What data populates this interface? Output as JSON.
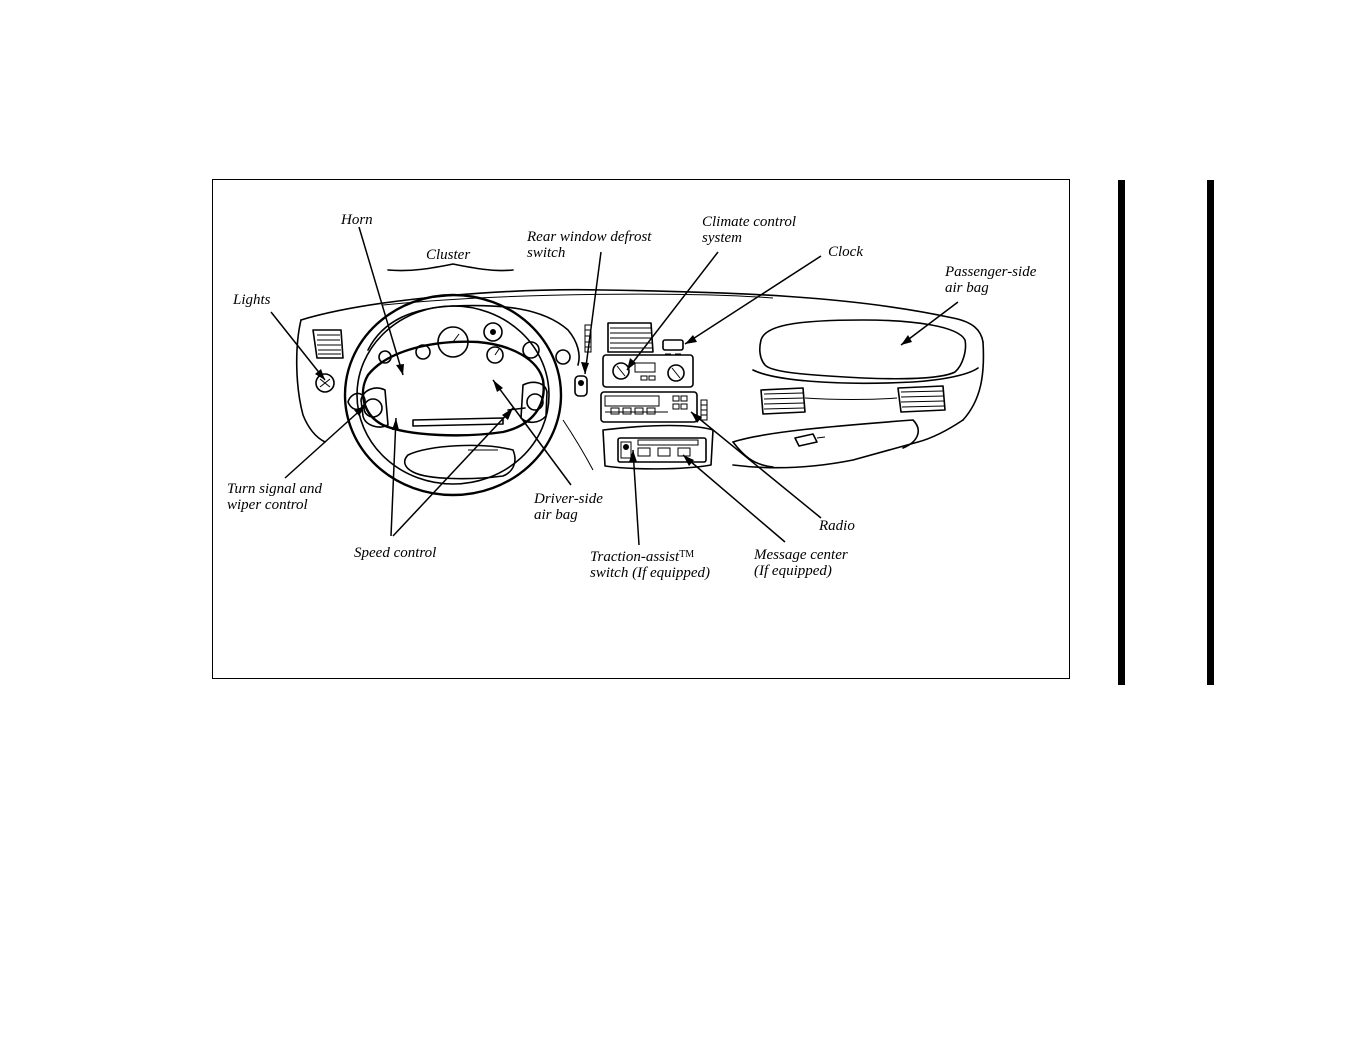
{
  "labels": {
    "horn": "Horn",
    "cluster": "Cluster",
    "rear_defrost_1": "Rear window defrost",
    "rear_defrost_2": "switch",
    "climate_1": "Climate control",
    "climate_2": "system",
    "clock": "Clock",
    "passenger_airbag_1": "Passenger-side",
    "passenger_airbag_2": "air bag",
    "lights": "Lights",
    "turn_signal_1": "Turn signal and",
    "turn_signal_2": "wiper control",
    "driver_airbag_1": "Driver-side",
    "driver_airbag_2": "air bag",
    "radio": "Radio",
    "speed_control": "Speed control",
    "traction_1": "Traction-assist",
    "traction_tm": "TM",
    "traction_2": "switch (If equipped)",
    "message_1": "Message center",
    "message_2": "(If equipped)"
  },
  "colors": {
    "ink": "#000000",
    "paper": "#ffffff"
  }
}
